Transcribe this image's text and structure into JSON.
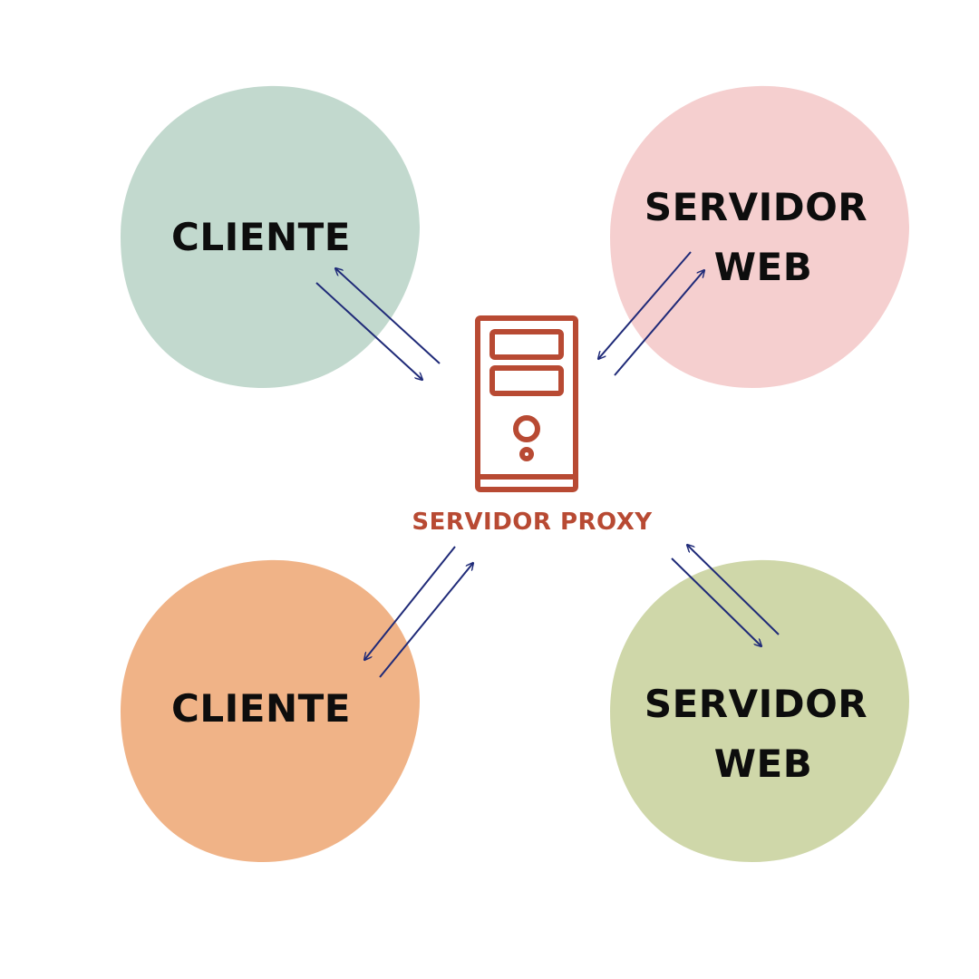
{
  "nodes": {
    "client_top": {
      "label": "CLIENTE",
      "color": "#c2d9ce"
    },
    "server_top": {
      "label_line1": "SERVIDOR",
      "label_line2": "WEB",
      "color": "#f5cfcf"
    },
    "client_bottom": {
      "label": "CLIENTE",
      "color": "#f0b387"
    },
    "server_bottom": {
      "label_line1": "SERVIDOR",
      "label_line2": "WEB",
      "color": "#cfd7a9"
    }
  },
  "proxy": {
    "label": "SERVIDOR PROXY",
    "icon": "server-tower-icon",
    "color": "#b84a33"
  },
  "colors": {
    "text": "#0d0d0d",
    "arrow": "#1f2a78",
    "background": "#ffffff"
  }
}
